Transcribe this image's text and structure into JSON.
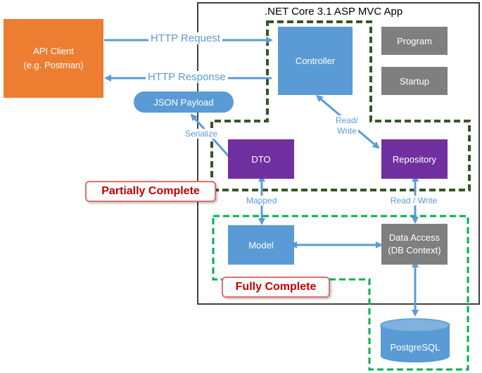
{
  "app_title": ".NET Core 3.1 ASP MVC App",
  "nodes": {
    "api_client": "API Client\n(e.g. Postman)",
    "controller": "Controller",
    "program": "Program",
    "startup": "Startup",
    "json_payload": "JSON Payload",
    "dto": "DTO",
    "repository": "Repository",
    "model": "Model",
    "data_access": "Data Access\n(DB Context)",
    "postgresql": "PostgreSQL"
  },
  "edges": {
    "http_request": "HTTP Request",
    "http_response": "HTTP Response",
    "serialize": "Serialize",
    "read_write_controller": "Read/\nWrite",
    "mapped": "Mapped",
    "read_write_repo": "Read / Write"
  },
  "regions": {
    "partially_complete": "Partially Complete",
    "fully_complete": "Fully Complete"
  },
  "colors": {
    "orange": "#ED7D31",
    "blue": "#5B9BD5",
    "purple": "#7030A0",
    "gray": "#7F7F7F",
    "arrow": "#5B9BD5",
    "dark_green": "#375623",
    "light_green": "#00B050",
    "red": "#C00000"
  }
}
